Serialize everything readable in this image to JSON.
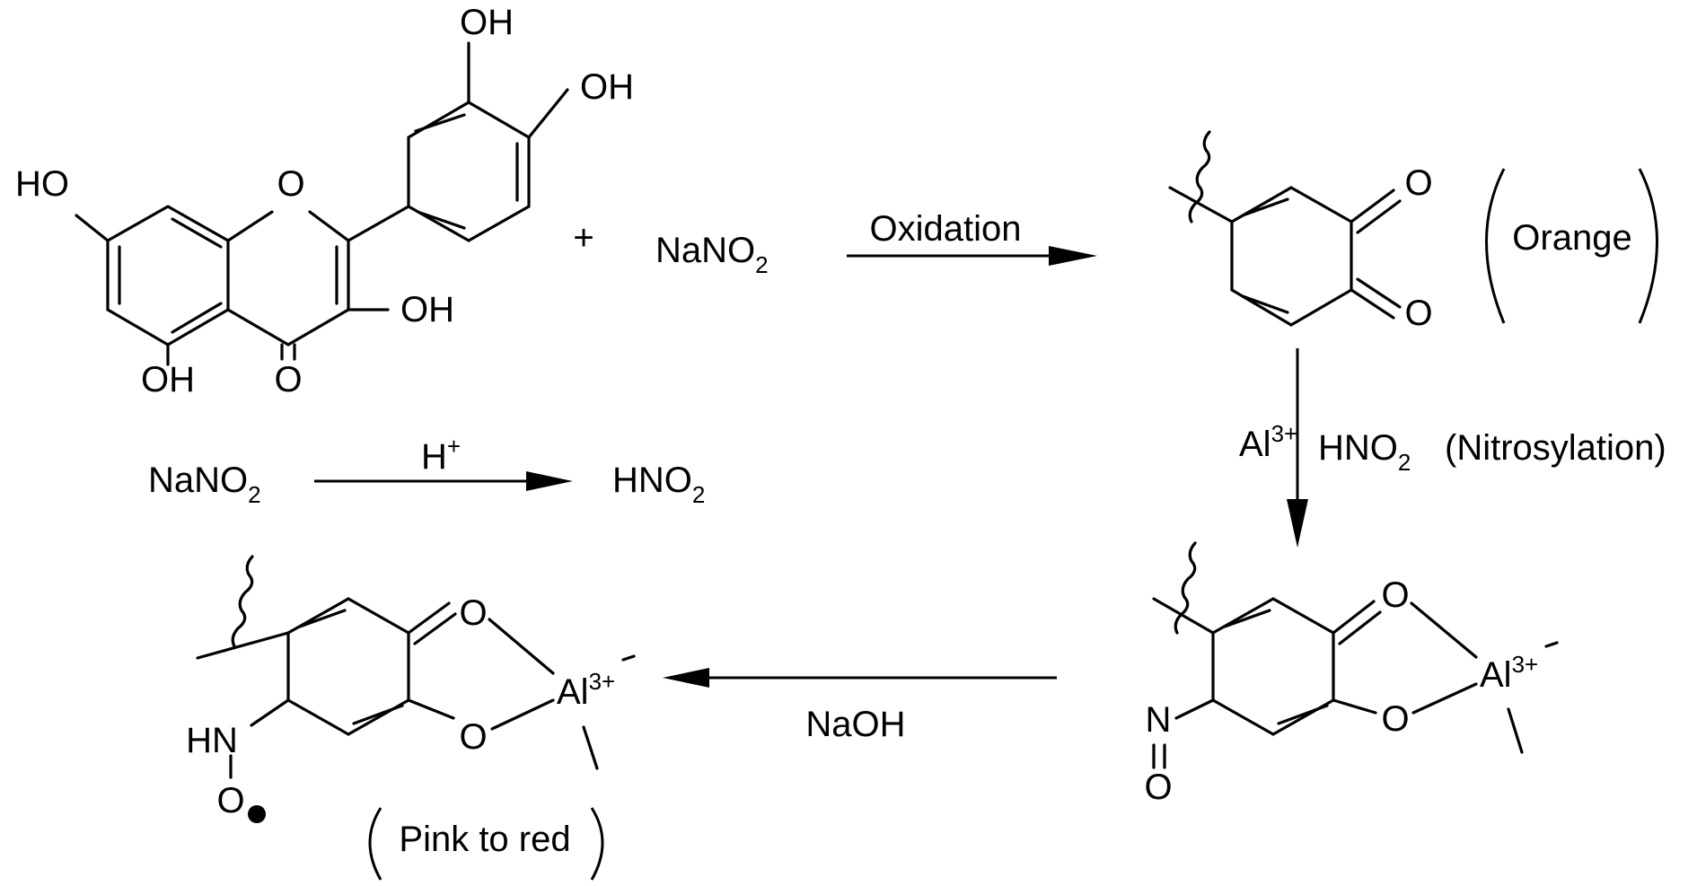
{
  "atoms": {
    "oh": "OH",
    "ho": "HO",
    "o": "O",
    "n": "N",
    "hn": "HN",
    "al": "Al",
    "al_charge": "3+"
  },
  "reactants": {
    "plus": "+",
    "nano2": "NaNO",
    "nano2_sub": "2"
  },
  "steps": {
    "oxidation": "Oxidation",
    "h_plus": "H",
    "h_plus_sup": "+",
    "nano2": "NaNO",
    "nano2_sub": "2",
    "hno2": "HNO",
    "hno2_sub": "2",
    "al": "Al",
    "al_sup": "3+",
    "nitro_hno2": "HNO",
    "nitro_hno2_sub": "2",
    "nitrosylation": "(Nitrosylation)",
    "naoh": "NaOH"
  },
  "colors": {
    "orange": "Orange",
    "pink_red": "Pink to red"
  }
}
